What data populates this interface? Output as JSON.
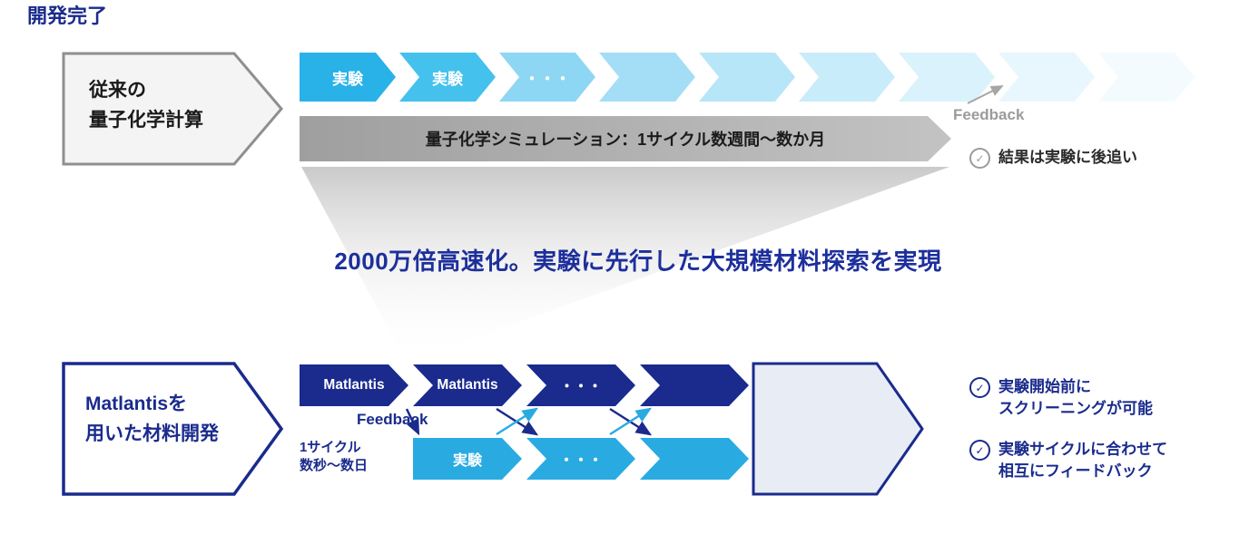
{
  "legacy": {
    "box_line1": "従来の",
    "box_line2": "量子化学計算",
    "chevrons": [
      "実験",
      "実験",
      "・・・",
      "",
      "",
      "",
      "",
      "",
      ""
    ],
    "sim_bar_label": "量子化学シミュレーション：1サイクル数週間〜数か月",
    "feedback_label": "Feedback",
    "note": "結果は実験に後追い"
  },
  "headline": "2000万倍高速化。実験に先行した大規模材料探索を実現",
  "matlantis": {
    "box_line1": "Matlantisを",
    "box_line2": "用いた材料開発",
    "chevrons": [
      "Matlantis",
      "Matlantis",
      "・・・",
      ""
    ],
    "exp_chevrons": [
      "実験",
      "・・・",
      ""
    ],
    "feedback_label": "Feedback",
    "cycle_line1": "1サイクル",
    "cycle_line2": "数秒〜数日",
    "complete_label": "開発完了",
    "check_glyph": "✓",
    "notes": [
      {
        "line1": "実験開始前に",
        "line2": "スクリーニングが可能"
      },
      {
        "line1": "実験サイクルに合わせて",
        "line2": "相互にフィードバック"
      }
    ]
  },
  "colors": {
    "navy": "#1a2b8d",
    "cyan": "#29abe2",
    "gray_bar": "#a9a9a9",
    "headline_blue": "#1d2f9c"
  }
}
